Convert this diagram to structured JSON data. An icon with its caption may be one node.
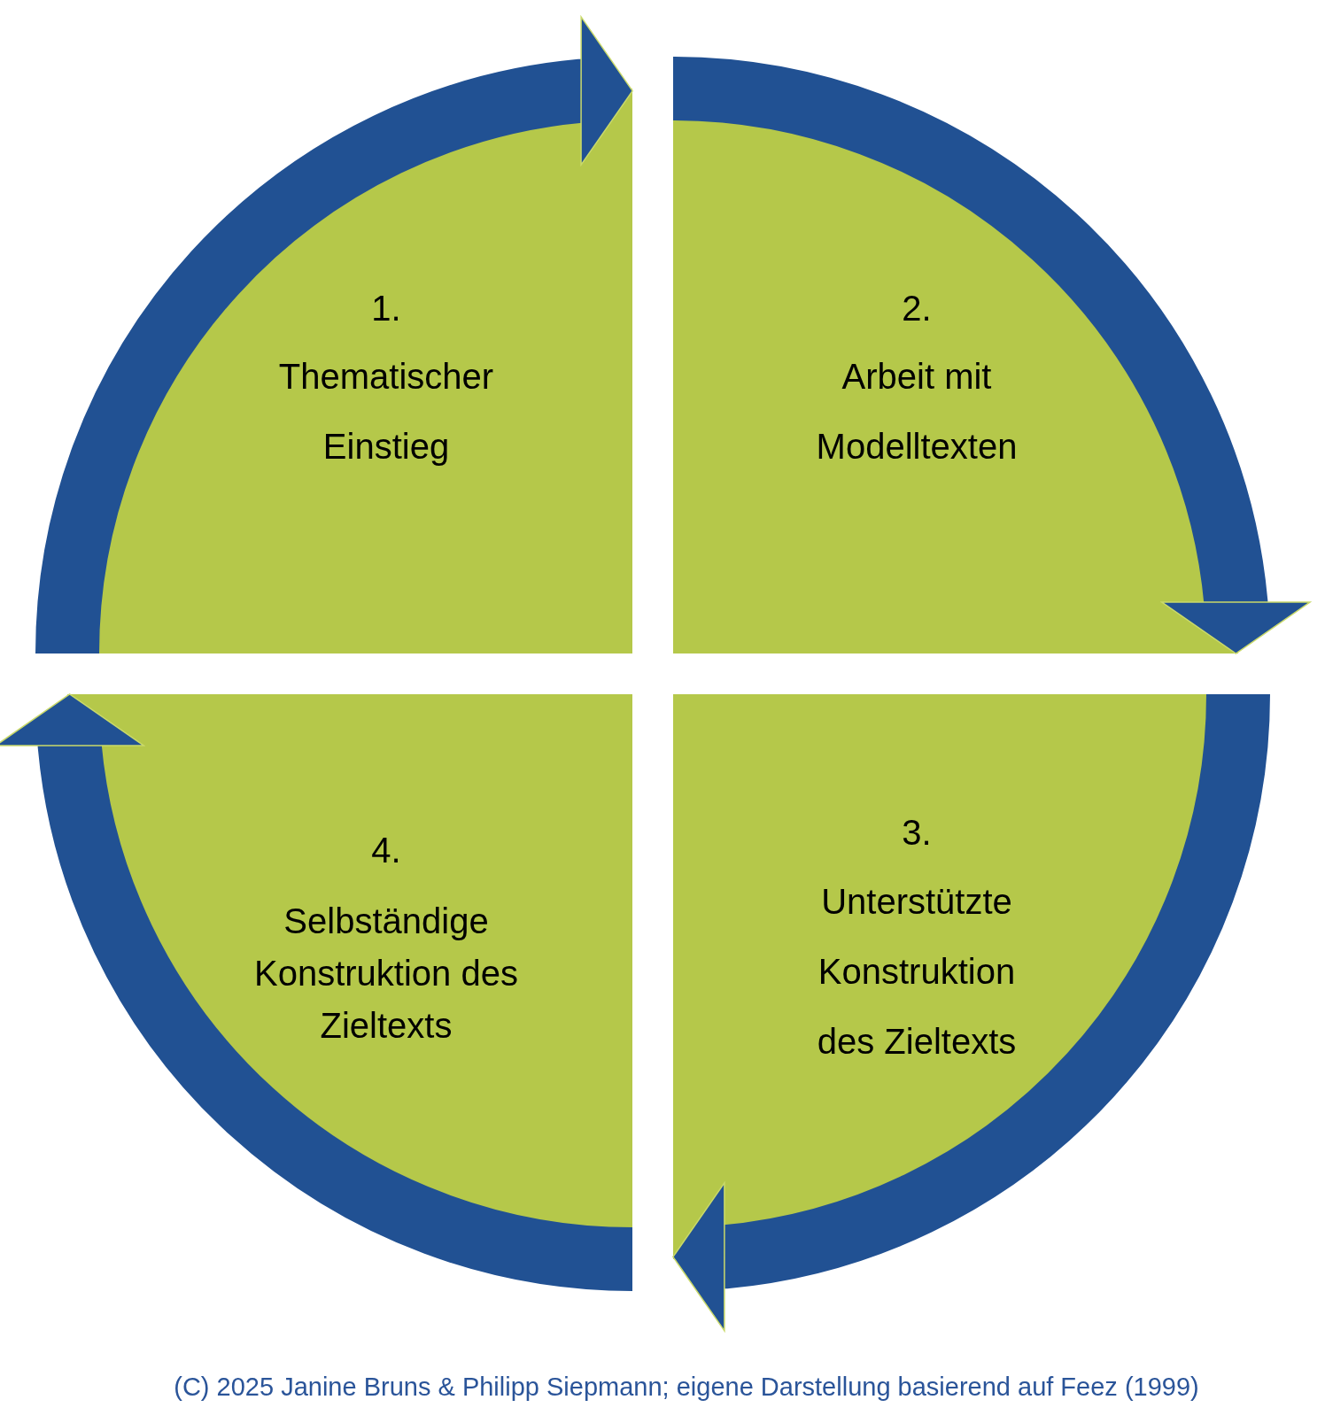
{
  "diagram": {
    "caption": "(C) 2025 Janine Bruns & Philipp Siepmann; eigene Darstellung basierend auf Feez (1999)",
    "nodes": [
      {
        "text": [
          "1.",
          "Thematischer Einstieg"
        ]
      },
      {
        "text": [
          "2.",
          "Arbeit mit Modelltexten"
        ]
      },
      {
        "text": [
          "3.",
          "Unterstützte Konstruktion des Zieltexts"
        ]
      },
      {
        "text": [
          "4.",
          "Selbständige Konstruktion des Zieltexts"
        ]
      }
    ],
    "edges": [
      {
        "from": 0,
        "to": 1,
        "arrow": "to"
      },
      {
        "from": 1,
        "to": 2,
        "arrow": "to"
      },
      {
        "from": 2,
        "to": 3,
        "arrow": "to"
      },
      {
        "from": 3,
        "to": 0,
        "arrow": "to"
      }
    ]
  }
}
